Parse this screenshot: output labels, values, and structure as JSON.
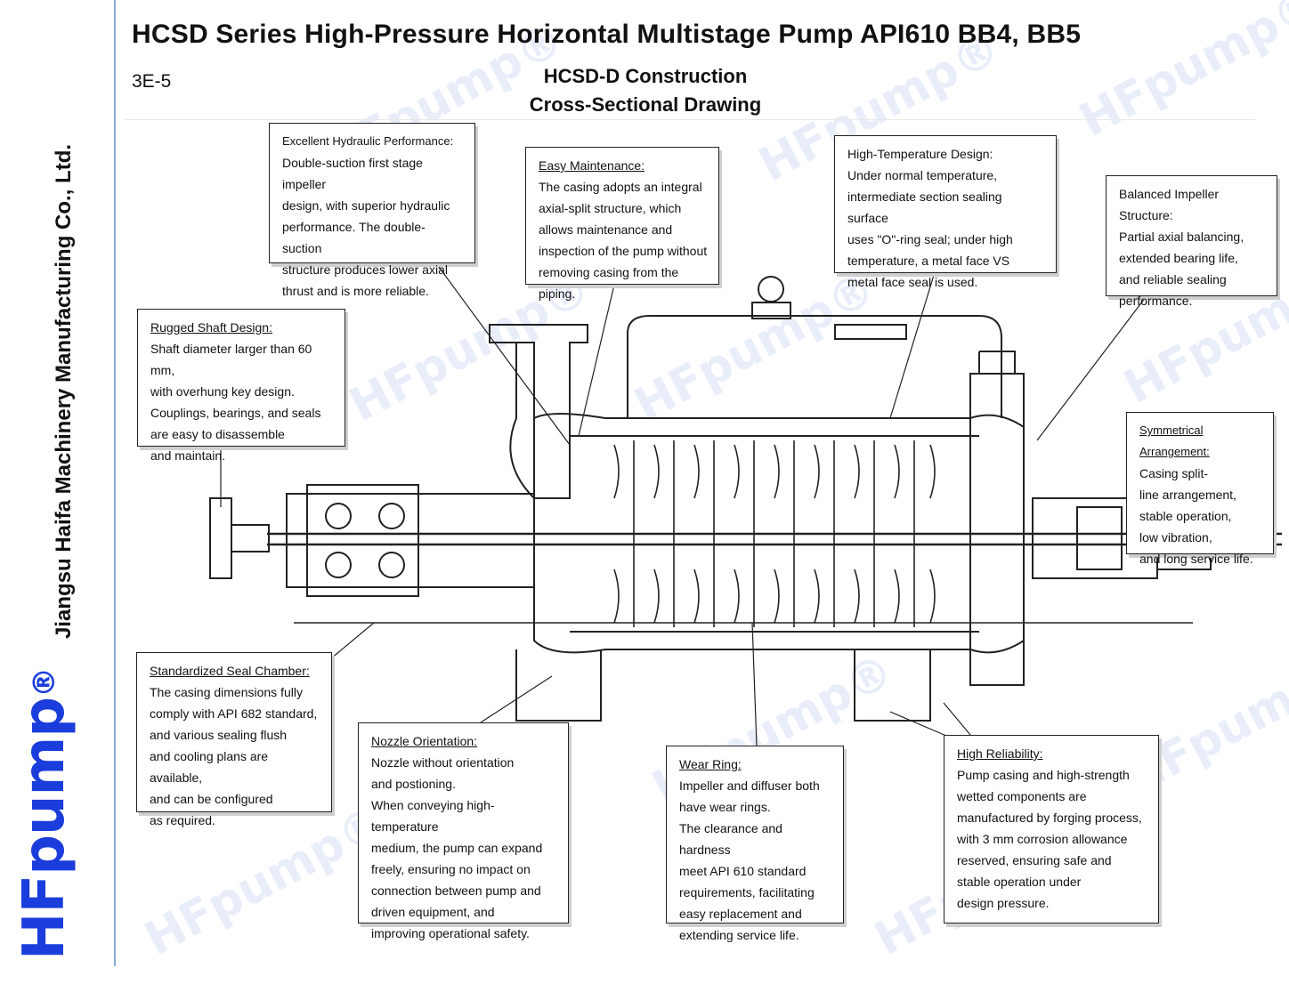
{
  "header": {
    "title": "HCSD Series High-Pressure Horizontal Multistage Pump   API610 BB4,   BB5",
    "code": "3E-5",
    "subtitle_line1": "HCSD-D Construction",
    "subtitle_line2": "Cross-Sectional Drawing"
  },
  "sidebar": {
    "brand": "HFpump",
    "brand_mark": "®",
    "company": "Jiangsu Haifa Machinery Manufacturing Co., Ltd."
  },
  "watermark": "HFpump®",
  "callouts": {
    "hydraulic": {
      "heading": "Excellent Hydraulic Performance:",
      "text": "Double-suction first stage impeller\ndesign, with superior hydraulic\nperformance. The double-suction\nstructure produces lower axial\nthrust and is more reliable."
    },
    "maintenance": {
      "heading": "Easy Maintenance:",
      "text": "The casing adopts an integral\naxial-split structure, which\nallows maintenance and\ninspection of the pump without\nremoving casing from the piping."
    },
    "temperature": {
      "heading": "High-Temperature Design:",
      "text": "Under normal temperature,\nintermediate section sealing surface\nuses \"O\"-ring seal; under high\ntemperature, a metal face VS\nmetal face seal is used."
    },
    "balanced": {
      "heading": "Balanced Impeller Structure:",
      "text": "Partial axial balancing,\nextended bearing life,\nand reliable sealing\nperformance."
    },
    "shaft": {
      "heading": "Rugged Shaft Design:",
      "text": "Shaft diameter larger than 60 mm,\nwith overhung key design.\nCouplings, bearings, and seals\nare easy to disassemble\nand maintain."
    },
    "symmetrical": {
      "heading": "Symmetrical Arrangement:",
      "text": "Casing split-\nline arrangement,\nstable operation,\nlow vibration,\nand long service life."
    },
    "seal": {
      "heading": "Standardized Seal Chamber:",
      "text": "The casing dimensions fully\ncomply with API 682 standard,\nand various sealing flush\nand cooling plans are available,\nand can be configured\nas required."
    },
    "nozzle": {
      "heading": "Nozzle Orientation:",
      "text": "Nozzle without orientation\nand postioning.\nWhen conveying high-temperature\nmedium, the pump can expand\nfreely, ensuring no impact on\nconnection between pump and\ndriven equipment, and\nimproving operational safety."
    },
    "wear": {
      "heading": "Wear Ring:",
      "text": "Impeller and diffuser both\nhave wear rings.\nThe clearance and hardness\nmeet API 610 standard\nrequirements, facilitating\neasy replacement and\nextending service life."
    },
    "reliability": {
      "heading": "High Reliability:",
      "text": "Pump casing and high-strength\nwetted components are\nmanufactured by forging process,\nwith 3 mm corrosion allowance\nreserved, ensuring safe and\nstable operation under\ndesign pressure."
    }
  }
}
